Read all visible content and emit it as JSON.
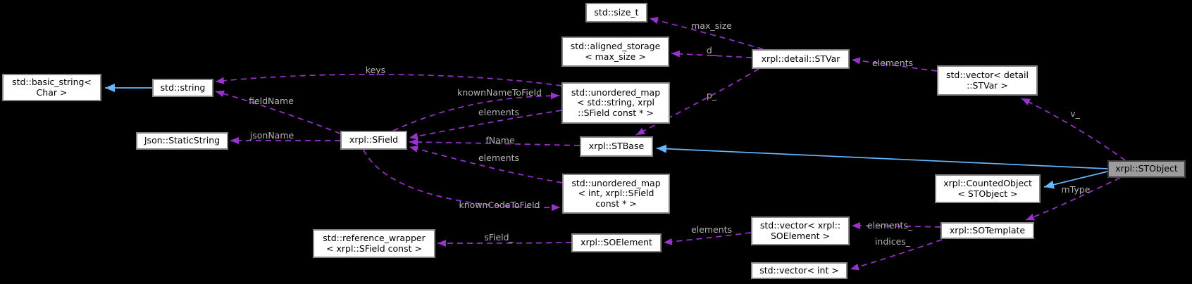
{
  "diagram": {
    "type": "doxygen-collaboration-graph",
    "main_class": "xrpl::STObject",
    "colors": {
      "background": "#000000",
      "usage_edge": "#9A32CD",
      "inheritance_edge": "#63B8FF",
      "edge_label": "#b3b3b3",
      "node_fill": "#ffffff",
      "node_border": "#858585",
      "main_node_fill": "#9c9c9c",
      "main_node_border": "#404040",
      "node_text": "#000000"
    },
    "nodes": [
      {
        "id": "std-basic-string",
        "lines": [
          "std::basic_string<",
          "Char >"
        ]
      },
      {
        "id": "std-string",
        "lines": [
          "std::string"
        ]
      },
      {
        "id": "json-staticstring",
        "lines": [
          "Json::StaticString"
        ]
      },
      {
        "id": "xrpl-sfield",
        "lines": [
          "xrpl::SField"
        ]
      },
      {
        "id": "std-size-t",
        "lines": [
          "std::size_t"
        ]
      },
      {
        "id": "std-aligned-storage",
        "lines": [
          "std::aligned_storage",
          "< max_size >"
        ]
      },
      {
        "id": "std-unordered-map-string",
        "lines": [
          "std::unordered_map",
          "< std::string, xrpl",
          "::SField const * >"
        ]
      },
      {
        "id": "xrpl-stbase",
        "lines": [
          "xrpl::STBase"
        ]
      },
      {
        "id": "std-unordered-map-int",
        "lines": [
          "std::unordered_map",
          "< int, xrpl::SField",
          "const * >"
        ]
      },
      {
        "id": "xrpl-soelement",
        "lines": [
          "xrpl::SOElement"
        ]
      },
      {
        "id": "std-reference-wrapper",
        "lines": [
          "std::reference_wrapper",
          "< xrpl::SField const >"
        ]
      },
      {
        "id": "xrpl-detail-stvar",
        "lines": [
          "xrpl::detail::STVar"
        ]
      },
      {
        "id": "std-vector-detail-stvar",
        "lines": [
          "std::vector< detail",
          "::STVar >"
        ]
      },
      {
        "id": "xrpl-stobject",
        "lines": [
          "xrpl::STObject"
        ]
      },
      {
        "id": "xrpl-countedobject",
        "lines": [
          "xrpl::CountedObject",
          "< STObject >"
        ]
      },
      {
        "id": "xrpl-sotemplate",
        "lines": [
          "xrpl::SOTemplate"
        ]
      },
      {
        "id": "std-vector-soelement",
        "lines": [
          "std::vector< xrpl::",
          "SOElement >"
        ]
      },
      {
        "id": "std-vector-int",
        "lines": [
          "std::vector< int >"
        ]
      }
    ],
    "edges": [
      {
        "from": "std-unordered-map-string",
        "to": "std-string",
        "label": "keys",
        "type": "usage"
      },
      {
        "from": "xrpl-sfield",
        "to": "std-string",
        "label": "fieldName",
        "type": "usage"
      },
      {
        "from": "xrpl-sfield",
        "to": "json-staticstring",
        "label": "jsonName",
        "type": "usage"
      },
      {
        "from": "xrpl-sfield",
        "to": "std-unordered-map-string",
        "label": "knownNameToField",
        "type": "usage"
      },
      {
        "from": "std-unordered-map-string",
        "to": "xrpl-sfield",
        "label": "elements",
        "type": "usage"
      },
      {
        "from": "xrpl-stbase",
        "to": "xrpl-sfield",
        "label": "fName",
        "type": "usage"
      },
      {
        "from": "std-unordered-map-int",
        "to": "xrpl-sfield",
        "label": "elements",
        "type": "usage"
      },
      {
        "from": "xrpl-sfield",
        "to": "std-unordered-map-int",
        "label": "knownCodeToField",
        "type": "usage"
      },
      {
        "from": "xrpl-soelement",
        "to": "std-reference-wrapper",
        "label": "sField_",
        "type": "usage"
      },
      {
        "from": "xrpl-detail-stvar",
        "to": "std-size-t",
        "label": "max_size",
        "type": "usage"
      },
      {
        "from": "xrpl-detail-stvar",
        "to": "std-aligned-storage",
        "label": "d_",
        "type": "usage"
      },
      {
        "from": "xrpl-detail-stvar",
        "to": "xrpl-stbase",
        "label": "p_",
        "type": "usage"
      },
      {
        "from": "std-vector-detail-stvar",
        "to": "xrpl-detail-stvar",
        "label": "elements",
        "type": "usage"
      },
      {
        "from": "xrpl-stobject",
        "to": "std-vector-detail-stvar",
        "label": "v_",
        "type": "usage"
      },
      {
        "from": "xrpl-stobject",
        "to": "xrpl-sotemplate",
        "label": "mType",
        "type": "usage"
      },
      {
        "from": "xrpl-sotemplate",
        "to": "std-vector-soelement",
        "label": "elements_",
        "type": "usage"
      },
      {
        "from": "xrpl-sotemplate",
        "to": "std-vector-int",
        "label": "indices_",
        "type": "usage"
      },
      {
        "from": "std-vector-soelement",
        "to": "xrpl-soelement",
        "label": "elements",
        "type": "usage"
      },
      {
        "from": "std-string",
        "to": "std-basic-string",
        "label": "",
        "type": "inheritance"
      },
      {
        "from": "xrpl-stobject",
        "to": "xrpl-stbase",
        "label": "",
        "type": "inheritance"
      },
      {
        "from": "xrpl-stobject",
        "to": "xrpl-countedobject",
        "label": "",
        "type": "inheritance"
      }
    ]
  }
}
